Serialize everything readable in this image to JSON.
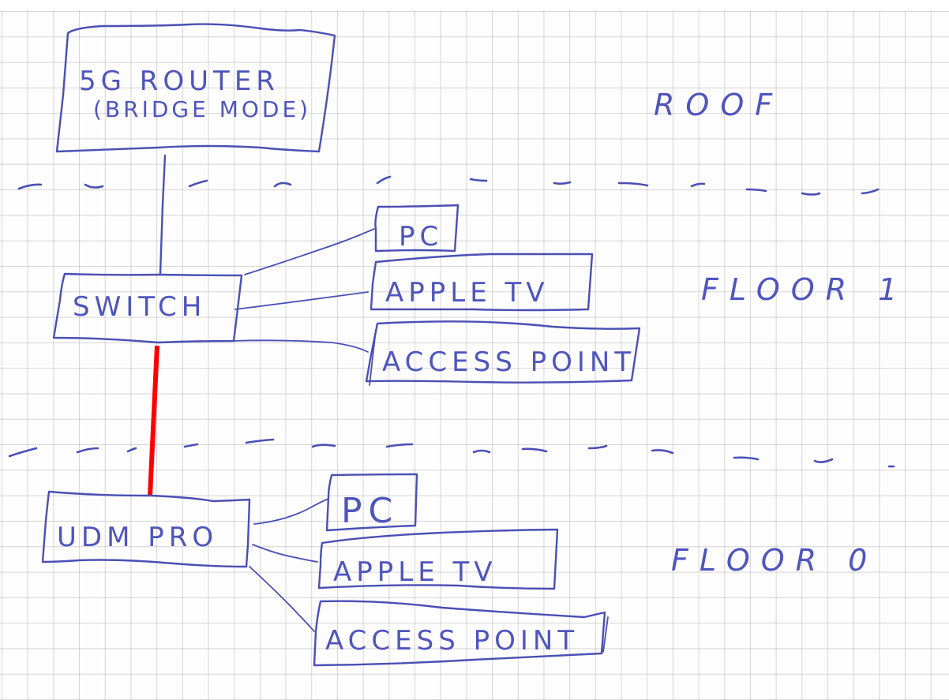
{
  "diagram": {
    "title": "Home network layout",
    "ink_color": "#4a4fb4",
    "highlight_color": "#ff0000",
    "floors": [
      {
        "id": "roof",
        "label": "ROOF"
      },
      {
        "id": "floor1",
        "label": "FLOOR 1"
      },
      {
        "id": "floor0",
        "label": "FLOOR 0"
      }
    ],
    "nodes": {
      "router": {
        "line1": "5G ROUTER",
        "line2": "(BRIDGE MODE)",
        "floor": "roof"
      },
      "switch": {
        "label": "SWITCH",
        "floor": "floor1"
      },
      "f1_pc": {
        "label": "PC",
        "floor": "floor1"
      },
      "f1_appletv": {
        "label": "APPLE TV",
        "floor": "floor1"
      },
      "f1_ap": {
        "label": "ACCESS POINT",
        "floor": "floor1"
      },
      "udm": {
        "label": "UDM PRO",
        "floor": "floor0"
      },
      "f0_pc": {
        "label": "PC",
        "floor": "floor0"
      },
      "f0_appletv": {
        "label": "APPLE TV",
        "floor": "floor0"
      },
      "f0_ap": {
        "label": "ACCESS POINT",
        "floor": "floor0"
      }
    },
    "edges": [
      {
        "from": "router",
        "to": "switch",
        "style": "pen"
      },
      {
        "from": "switch",
        "to": "f1_pc",
        "style": "pen"
      },
      {
        "from": "switch",
        "to": "f1_appletv",
        "style": "pen"
      },
      {
        "from": "switch",
        "to": "f1_ap",
        "style": "pen"
      },
      {
        "from": "switch",
        "to": "udm",
        "style": "red-highlight"
      },
      {
        "from": "udm",
        "to": "f0_pc",
        "style": "pen"
      },
      {
        "from": "udm",
        "to": "f0_appletv",
        "style": "pen"
      },
      {
        "from": "udm",
        "to": "f0_ap",
        "style": "pen"
      }
    ],
    "floor_separators": [
      {
        "between": [
          "roof",
          "floor1"
        ],
        "style": "dashed"
      },
      {
        "between": [
          "floor1",
          "floor0"
        ],
        "style": "dashed"
      }
    ]
  }
}
